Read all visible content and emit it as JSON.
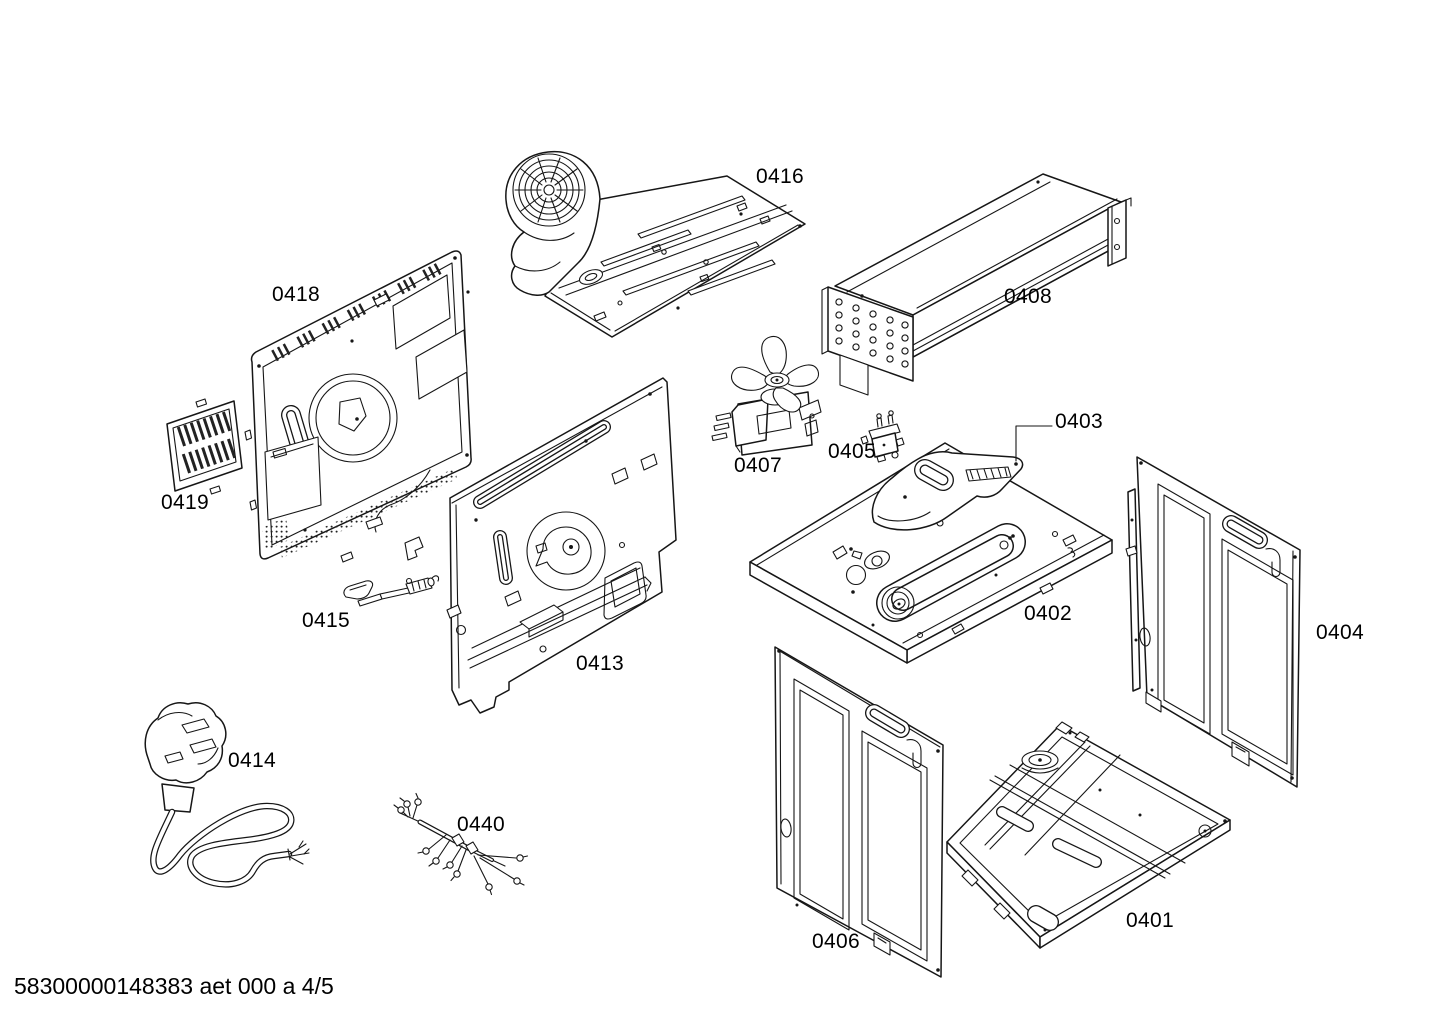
{
  "meta": {
    "background": "#ffffff",
    "line_color": "#161616",
    "text_color": "#000000"
  },
  "footer": {
    "doc_code": "58300000148383 aet 000 a 4/5"
  },
  "parts": [
    {
      "label": "0416"
    },
    {
      "label": "0408"
    },
    {
      "label": "0418"
    },
    {
      "label": "0419"
    },
    {
      "label": "0407"
    },
    {
      "label": "0405"
    },
    {
      "label": "0403"
    },
    {
      "label": "0402"
    },
    {
      "label": "0404"
    },
    {
      "label": "0415"
    },
    {
      "label": "0413"
    },
    {
      "label": "0414"
    },
    {
      "label": "0440"
    },
    {
      "label": "0406"
    },
    {
      "label": "0401"
    }
  ]
}
